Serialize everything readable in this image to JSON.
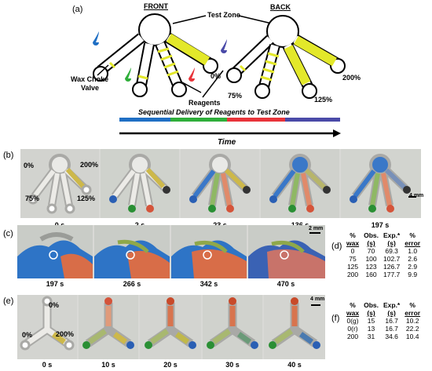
{
  "panel_a": {
    "label": "(a)",
    "front_label": "FRONT",
    "back_label": "BACK",
    "test_zone": "Test Zone",
    "wax_valve": [
      "Wax Choke",
      "Valve"
    ],
    "reagents": "Reagents",
    "back_percents": [
      "0%",
      "200%",
      "75%",
      "125%"
    ],
    "sequential_caption": "Sequential Delivery of Reagents to Test Zone",
    "time_label": "Time",
    "colors": {
      "blue": "#1f6fc4",
      "green": "#2fae3a",
      "red": "#e8343a",
      "yellow": "#e3e82a",
      "indigo": "#4a4aa8"
    }
  },
  "panel_b": {
    "label": "(b)",
    "percents": [
      "0%",
      "200%",
      "75%",
      "125%"
    ],
    "times": [
      "0 s",
      "2 s",
      "23 s",
      "136 s",
      "197 s"
    ],
    "scale_bar": "4 mm"
  },
  "panel_c": {
    "label": "(c)",
    "times": [
      "197 s",
      "266 s",
      "342 s",
      "470 s"
    ],
    "scale_bar": "2 mm"
  },
  "panel_d": {
    "label": "(d)",
    "headers": [
      [
        "%",
        "wax"
      ],
      [
        "Obs.",
        "(s)"
      ],
      [
        "Exp.*",
        "(s)"
      ],
      [
        "%",
        "error"
      ]
    ],
    "rows": [
      [
        "0",
        "70",
        "69.3",
        "1.0"
      ],
      [
        "75",
        "100",
        "102.7",
        "2.6"
      ],
      [
        "125",
        "123",
        "126.7",
        "2.9"
      ],
      [
        "200",
        "160",
        "177.7",
        "9.9"
      ]
    ]
  },
  "panel_e": {
    "label": "(e)",
    "percents": [
      "0%",
      "0%",
      "200%"
    ],
    "times": [
      "0 s",
      "10 s",
      "20 s",
      "30 s",
      "40 s"
    ],
    "scale_bar": "4 mm"
  },
  "panel_f": {
    "label": "(f)",
    "headers": [
      [
        "%",
        "wax"
      ],
      [
        "Obs.",
        "(s)"
      ],
      [
        "Exp.*",
        "(s)"
      ],
      [
        "%",
        "error"
      ]
    ],
    "rows": [
      [
        "0(g)",
        "15",
        "16.7",
        "10.2"
      ],
      [
        "0(r)",
        "13",
        "16.7",
        "22.2"
      ],
      [
        "200",
        "31",
        "34.6",
        "10.4"
      ]
    ]
  }
}
